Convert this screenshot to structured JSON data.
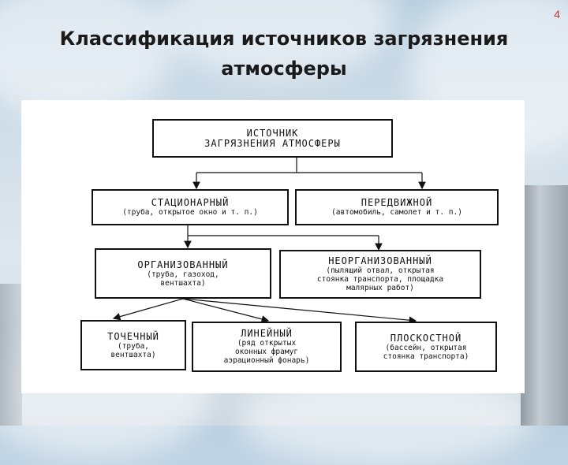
{
  "page_number": "4",
  "title_line1": "Классификация источников загрязнения",
  "title_line2": "атмосферы",
  "diagram": {
    "root": {
      "title_line1": "ИСТОЧНИК",
      "title_line2": "ЗАГРЯЗНЕНИЯ АТМОСФЕРЫ"
    },
    "stationary": {
      "title": "СТАЦИОНАРНЫЙ",
      "desc": "(труба, открытое окно и т. п.)"
    },
    "mobile": {
      "title": "ПЕРЕДВИЖНОЙ",
      "desc": "(автомобиль, самолет и т. п.)"
    },
    "organized": {
      "title": "ОРГАНИЗОВАННЫЙ",
      "desc": "(труба, газоход,\nвентшахта)"
    },
    "unorganized": {
      "title": "НЕОРГАНИЗОВАННЫЙ",
      "desc": "(пылящий отвал, открытая\nстоянка транспорта, площадка\nмалярных работ)"
    },
    "point": {
      "title": "ТОЧЕЧНЫЙ",
      "desc": "(труба,\nвентшахта)"
    },
    "linear": {
      "title": "ЛИНЕЙНЫЙ",
      "desc": "(ряд открытых\nоконных фрамуг\nаэрационный фонарь)"
    },
    "area": {
      "title": "ПЛОСКОСТНОЙ",
      "desc": "(бассейн, открытая\nстоянка транспорта)"
    }
  }
}
